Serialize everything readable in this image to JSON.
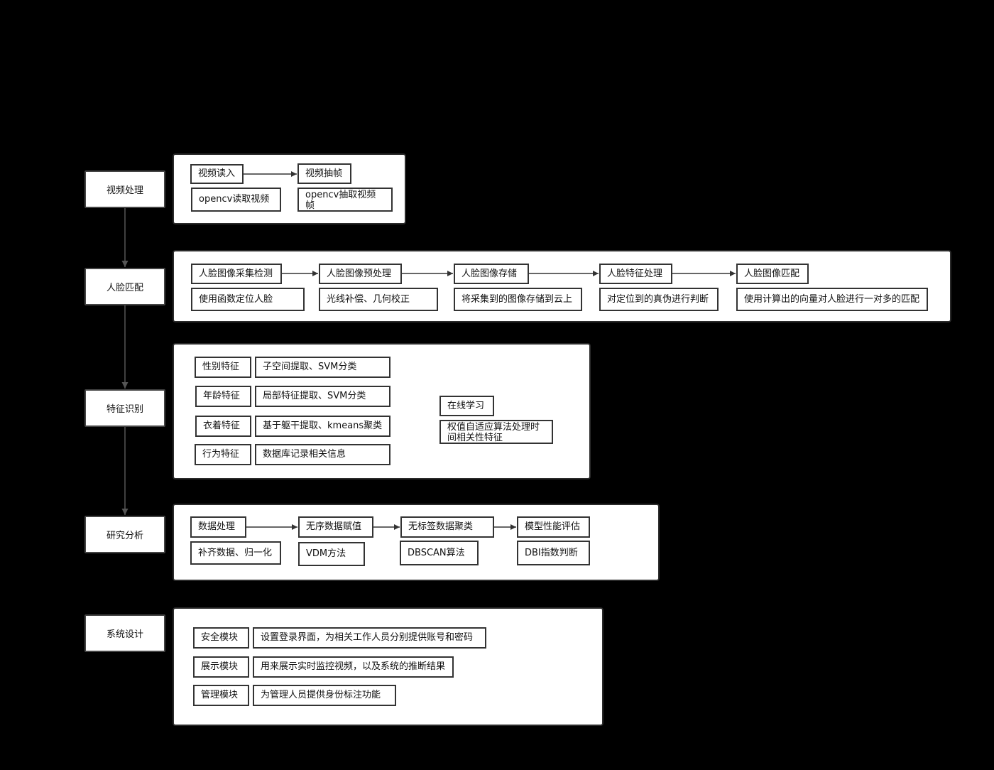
{
  "stages": {
    "video": "视频处理",
    "face": "人脸匹配",
    "feature": "特征识别",
    "research": "研究分析",
    "system": "系统设计"
  },
  "video": {
    "read": "视频读入",
    "read_desc": "opencv读取视频",
    "frame": "视频抽帧",
    "frame_desc": "opencv抽取视频帧"
  },
  "face": {
    "steps": [
      {
        "label": "人脸图像采集检测",
        "desc": "使用函数定位人脸"
      },
      {
        "label": "人脸图像预处理",
        "desc": "光线补偿、几何校正"
      },
      {
        "label": "人脸图像存储",
        "desc": "将采集到的图像存储到云上"
      },
      {
        "label": "人脸特征处理",
        "desc": "对定位到的真伪进行判断"
      },
      {
        "label": "人脸图像匹配",
        "desc": "使用计算出的向量对人脸进行一对多的匹配"
      }
    ]
  },
  "feature": {
    "rows": [
      {
        "label": "性别特征",
        "desc": "子空间提取、SVM分类"
      },
      {
        "label": "年龄特征",
        "desc": "局部特征提取、SVM分类"
      },
      {
        "label": "衣着特征",
        "desc": "基于躯干提取、kmeans聚类"
      },
      {
        "label": "行为特征",
        "desc": "数据库记录相关信息"
      }
    ],
    "online": "在线学习",
    "online_desc": "权值自适应算法处理时间相关性特征"
  },
  "research": {
    "steps": [
      {
        "label": "数据处理",
        "desc": "补齐数据、归一化"
      },
      {
        "label": "无序数据赋值",
        "desc": "VDM方法"
      },
      {
        "label": "无标签数据聚类",
        "desc": "DBSCAN算法"
      },
      {
        "label": "模型性能评估",
        "desc": "DBI指数判断"
      }
    ]
  },
  "system": {
    "rows": [
      {
        "label": "安全模块",
        "desc": "设置登录界面，为相关工作人员分别提供账号和密码"
      },
      {
        "label": "展示模块",
        "desc": "用来展示实时监控视频，以及系统的推断结果"
      },
      {
        "label": "管理模块",
        "desc": "为管理人员提供身份标注功能"
      }
    ]
  },
  "colors": {
    "background": "#000000",
    "box_fill": "#ffffff",
    "border": "#333333",
    "arrow": "#333333",
    "stage_arrow": "#555555"
  }
}
